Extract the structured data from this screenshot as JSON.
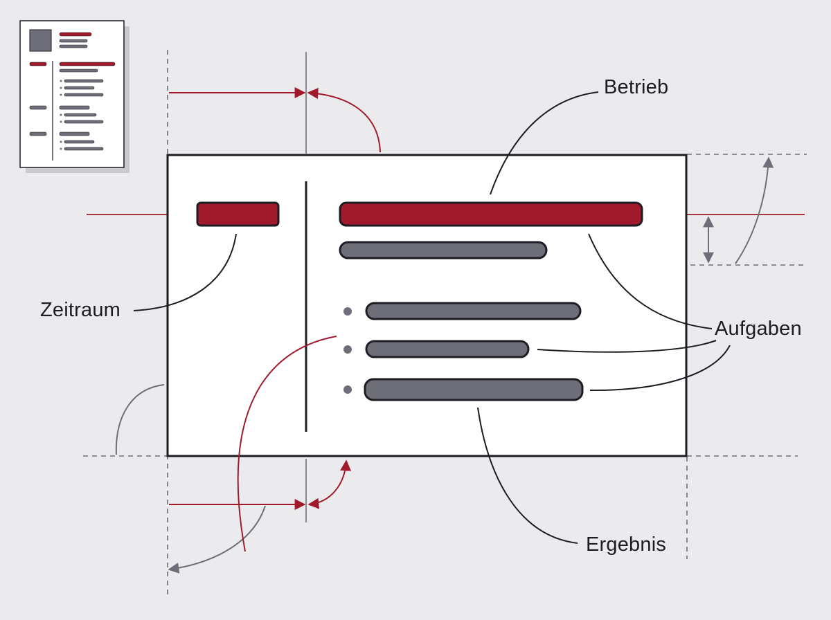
{
  "labels": {
    "betrieb": "Betrieb",
    "zeitraum": "Zeitraum",
    "aufgaben": "Aufgaben",
    "ergebnis": "Ergebnis"
  },
  "colors": {
    "background": "#ebebee",
    "accent_red": "#a01a2c",
    "bar_gray": "#6e6e78",
    "outline": "#1c1c22",
    "card": "#ffffff",
    "guide_gray": "#6e6e78"
  }
}
